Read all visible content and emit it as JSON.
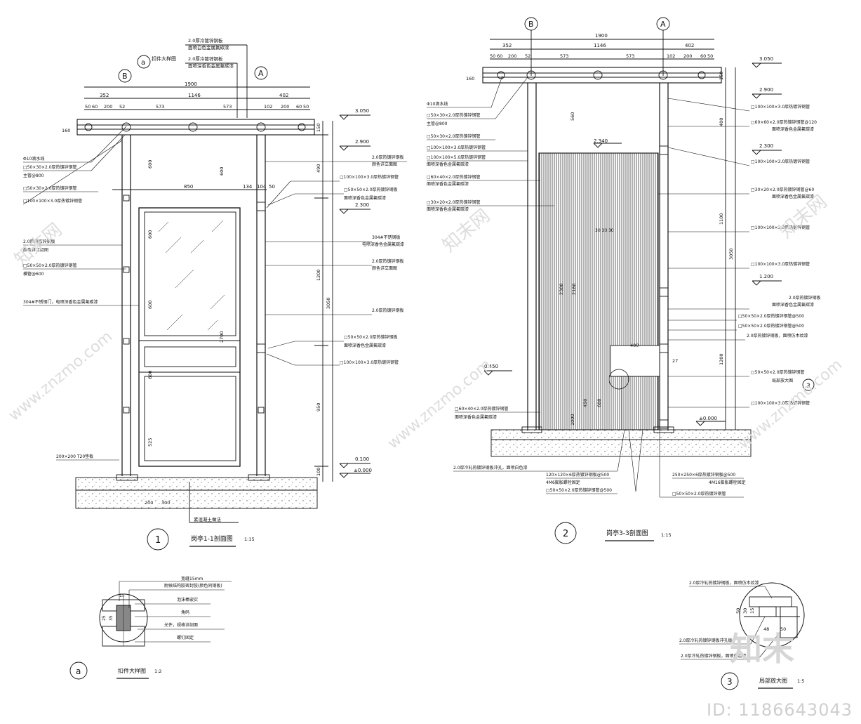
{
  "sheet": {
    "watermark_id": "ID: 1186643043",
    "logo_text": "知末",
    "watermark_site": "www.znzmo.com",
    "watermark_brand": "知末网"
  },
  "view1": {
    "circle_no": "1",
    "title": "岗亭1-1剖面图",
    "scale": "1:15",
    "grid_left": "B",
    "grid_right": "A",
    "detail_ref": "a",
    "detail_ref_label": "扣件大样图",
    "top_note1": "2.0厚冷镀锌钢板",
    "top_note2": "面喷白色金属氟碳漆",
    "top_note3": "2.0厚冷镀锌钢板",
    "top_note4": "面喷深香色金属氟碳漆",
    "dims_top": [
      "1900",
      "352",
      "1146",
      "402"
    ],
    "dims_sub": [
      "50",
      "60",
      "200",
      "52",
      "573",
      "573",
      "102",
      "200",
      "60",
      "50"
    ],
    "elev_3050": "3.050",
    "elev_2900": "2.900",
    "elev_2300": "2.300",
    "elev_0100": "0.100",
    "elev_0000": "±0.000",
    "d_850": "850",
    "d_134": "134",
    "d_104": "104",
    "d_50": "50",
    "d_600a": "600",
    "d_600b": "600",
    "d_600c": "600",
    "d_600d": "600",
    "d_600e": "600",
    "d_2700": "2700",
    "d_525": "525",
    "d_160": "160",
    "d_150": "150",
    "d_490": "490",
    "d_1200": "1200",
    "d_950": "950",
    "d_100": "100",
    "d_3050": "3050",
    "d_200": "200",
    "d_300": "300",
    "left_notes": [
      "Φ10滴水线",
      "□50×30×2.0厚热镀锌钢管",
      "主管@800",
      "□50×30×2.0厚热镀锌钢管",
      "□100×100×3.0厚热镀锌钢管",
      "2.0厚热镀锌钢板",
      "颜色详立面图",
      "□50×50×2.0厚热镀锌钢管",
      "横管@600",
      "304#不锈钢门，电喷深香色金属氟碳漆",
      "200×200 T20垫板"
    ],
    "right_notes": [
      "2.0厚热镀锌钢板",
      "颜色详立面图",
      "□100×100×3.0厚热镀锌钢管",
      "□50×50×2.0厚热镀锌钢板",
      "面喷深香色金属氟碳漆",
      "304#不锈钢板",
      "电喷深香色金属氟碳漆",
      "2.0厚热镀锌钢板",
      "颜色详立面图",
      "2.0厚热镀锌钢板",
      "□50×50×2.0厚热镀锌钢板",
      "面喷深香色金属氟碳漆",
      "□100×100×3.0厚热镀锌钢管"
    ],
    "bottom_note": "素混凝土做法"
  },
  "view2": {
    "circle_no": "2",
    "title": "岗亭3-3剖面图",
    "scale": "1:15",
    "grid_left": "B",
    "grid_right": "A",
    "dims_top": [
      "1900",
      "352",
      "1146",
      "402"
    ],
    "dims_sub": [
      "50",
      "60",
      "200",
      "52",
      "573",
      "573",
      "102",
      "200",
      "60",
      "50"
    ],
    "elev_3050": "3.050",
    "elev_2900": "2.900",
    "elev_2340": "2.340",
    "elev_2300": "2.300",
    "elev_1200": "1.200",
    "elev_0450": "0.450",
    "elev_0000": "±0.000",
    "d_560": "560",
    "d_2300": "2300",
    "d_2180": "2180",
    "d_400": "400",
    "d_1100": "1100",
    "d_1200": "1200",
    "d_3050": "3050",
    "d_450": "450",
    "d_600": "600",
    "d_1000": "1000",
    "d_160": "160",
    "d_150": "150",
    "d_30s": "30 30 30",
    "d_27": "27",
    "left_notes": [
      "Φ10滴水线",
      "□50×30×2.0厚热镀锌钢管",
      "主管@800",
      "□50×30×2.0厚热镀锌钢管",
      "□100×100×3.0厚热镀锌钢管",
      "□100×100×5.0厚热镀锌钢管",
      "面喷深香色金属氟碳漆",
      "□60×40×2.0厚热镀锌钢管",
      "面喷深香色金属氟碳漆",
      "□30×20×2.0厚热镀锌钢管",
      "面喷深香色金属氟碳漆",
      "□60×40×2.0厚热镀锌钢管",
      "面喷深香色金属氟碳漆"
    ],
    "right_notes": [
      "□100×100×3.0厚热镀锌钢管",
      "□60×60×2.0厚热镀锌钢管@120",
      "面喷深香色金属氟碳漆",
      "□100×100×3.0厚热镀锌钢管",
      "□30×20×2.0厚热镀锌钢管@60",
      "面喷深香色金属氟碳漆",
      "□100×100×3.0厚热镀锌钢管",
      "□100×100×3.0厚热镀锌钢管",
      "2.0厚热镀锌钢板",
      "面喷深香色金属氟碳漆",
      "□50×50×2.0厚热镀锌钢管@500",
      "□50×50×2.0厚热镀锌钢管@500",
      "2.0厚热镀锌钢板，面喷仿木纹漆",
      "□50×50×2.0厚热镀锌钢管",
      "局部放大图",
      "□100×100×3.0厚热镀锌钢管"
    ],
    "bottom_notes": [
      "2.0厚冷轧热镀锌钢板冲孔，面喷白色漆",
      "120×120×6厚热镀锌钢板@500",
      "4M6膨胀螺栓固定",
      "□50×50×2.0厚热镀锌钢管@500",
      "250×250×6厚热镀锌钢板@500",
      "4M16膨胀螺栓固定",
      "□50×50×2.0厚热镀锌钢管"
    ],
    "detail_ref": "3"
  },
  "detail_a": {
    "ref": "a",
    "title": "扣件大样图",
    "scale": "1:2",
    "notes": [
      "宽缝15mm",
      "耐候结构胶密封胶(颜色同钢板)",
      "泡沫棒嵌实",
      "角码",
      "光件，规格详剖面",
      "螺钉固定"
    ],
    "d_15": "15",
    "d_25": "25",
    "d_35": "35"
  },
  "detail_3": {
    "ref": "3",
    "title": "局部放大图",
    "scale": "1:5",
    "notes": [
      "2.0厚冷轧热镀锌钢板，面喷仿木纹漆",
      "2.0厚冷轧热镀锌钢板冲孔板",
      "2.0厚冷轧热镀锌钢板，面喷白色漆"
    ],
    "d_48": "48",
    "d_50a": "50",
    "d_50b": "50",
    "d_30": "30",
    "d_15": "15"
  }
}
